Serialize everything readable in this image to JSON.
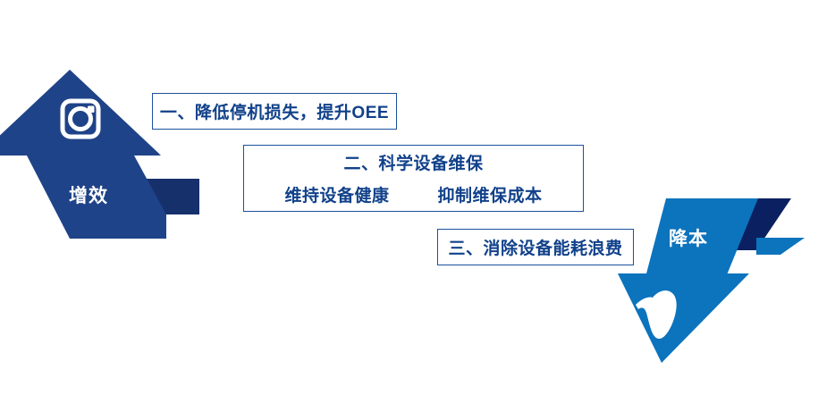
{
  "document": {
    "title": "设备管理价值主张图",
    "background_color": "#ffffff"
  },
  "colors": {
    "up_arrow_fill": "#1f4388",
    "up_arrow_shadow": "#16306b",
    "down_arrow_fill": "#0c73bd",
    "down_arrow_shadow": "#0a2060",
    "box_border": "#1a529e",
    "box_text": "#11418a",
    "arrow_label_text": "#ffffff"
  },
  "arrows": {
    "up": {
      "label": "增效",
      "direction": "up",
      "icon": "instagram-camera-icon"
    },
    "down": {
      "label": "降本",
      "direction": "down",
      "icon": "vimeo-v-icon"
    }
  },
  "callouts": [
    {
      "id": "one",
      "title": "一、降低停机损失，提升OEE",
      "sub_left": "",
      "sub_right": ""
    },
    {
      "id": "two",
      "title": "二、科学设备维保",
      "sub_left": "维持设备健康",
      "sub_right": "抑制维保成本"
    },
    {
      "id": "three",
      "title": "三、消除设备能耗浪费",
      "sub_left": "",
      "sub_right": ""
    }
  ]
}
